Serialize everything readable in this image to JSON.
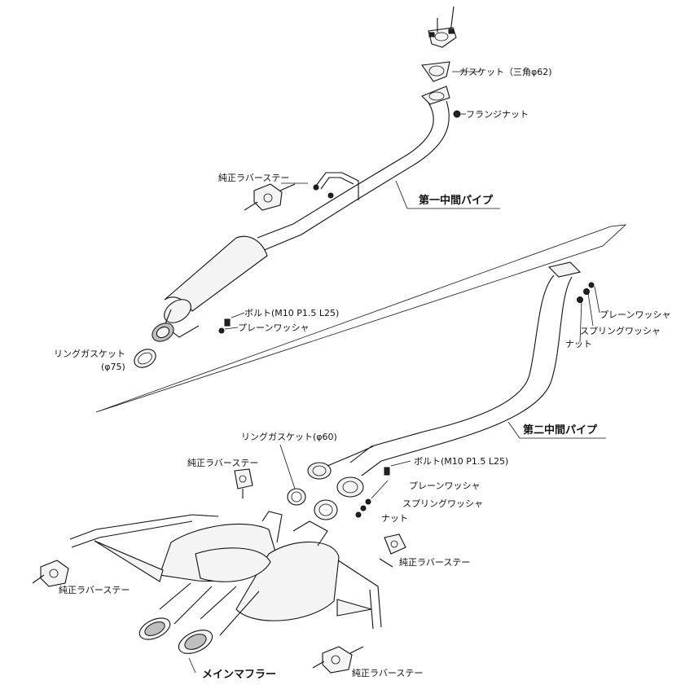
{
  "labels": {
    "gasket_triangle": "ガスケット（三角φ62)",
    "flange_nut": "フランジナット",
    "rubber_stay_top": "純正ラバーステー",
    "first_pipe": "第一中間パイプ",
    "bolt_top": "ボルト(M10 P1.5 L25)",
    "plain_washer_top": "プレーンワッシャ",
    "ring_gasket_75": "リングガスケット",
    "ring_gasket_75_size": "(φ75)",
    "plain_washer_right": "プレーンワッシャ",
    "spring_washer_right": "スプリングワッシャ",
    "nut_right": "ナット",
    "second_pipe": "第二中間パイプ",
    "ring_gasket_60": "リングガスケット(φ60)",
    "bolt_mid": "ボルト(M10 P1.5 L25)",
    "plain_washer_mid": "プレーンワッシャ",
    "spring_washer_mid": "スプリングワッシャ",
    "nut_mid": "ナット",
    "rubber_stay_mid_left": "純正ラバーステー",
    "rubber_stay_mid_right": "純正ラバーステー",
    "rubber_stay_left": "純正ラバーステー",
    "main_muffler": "メインマフラー",
    "rubber_stay_bottom": "純正ラバーステー"
  }
}
